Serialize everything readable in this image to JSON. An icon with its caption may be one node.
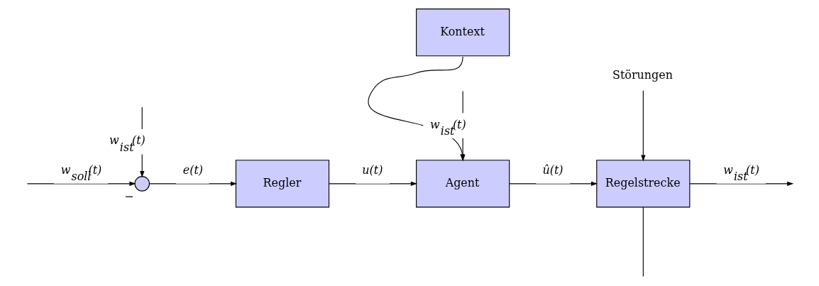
{
  "diagram": {
    "nodes": [
      {
        "text": [],
        "shape": "circle",
        "beside": [
          "−"
        ]
      },
      {
        "text": [
          "Regler"
        ]
      },
      {
        "text": [
          "Kontext"
        ]
      },
      {
        "text": [
          "Agent"
        ]
      },
      {
        "text": [
          "Regelstrecke"
        ]
      },
      {
        "text": [
          "Störungen"
        ]
      }
    ],
    "edges": [
      {
        "from": null,
        "to": 0,
        "arrow": "to",
        "label": "w$_{soll}$(t)"
      },
      {
        "from": 0,
        "to": 1,
        "arrow": "to",
        "label": "e(t)"
      },
      {
        "from": 1,
        "to": 3,
        "arrow": "to",
        "label": "u(t)"
      },
      {
        "from": 2,
        "to": 3,
        "arrow": "to"
      },
      {
        "from": 3,
        "to": 4,
        "arrow": "to",
        "label": "û(t)"
      },
      {
        "from": 5,
        "to": 4,
        "arrow": "to"
      },
      {
        "from": 4,
        "to": null,
        "arrow": "to",
        "label": "w$_{ist}$(t)"
      },
      {
        "from": 4,
        "to": null,
        "arrow": "none"
      },
      {
        "from": null,
        "to": 0,
        "arrow": "to",
        "label": "w$_{ist}$(t)"
      },
      {
        "from": null,
        "to": 3,
        "arrow": "to",
        "label": "w$_{ist}$(t)"
      }
    ]
  }
}
